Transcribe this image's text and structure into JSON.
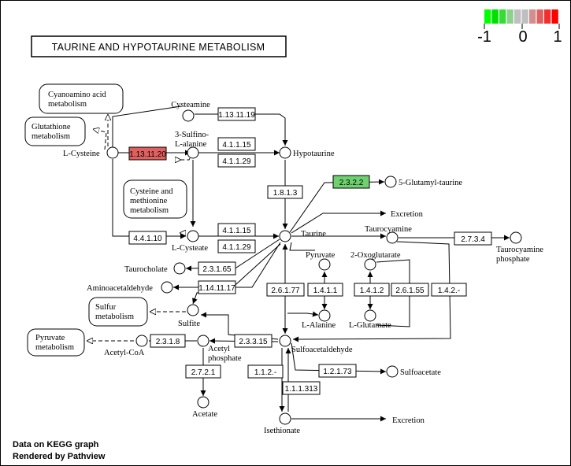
{
  "title": "TAURINE AND HYPOTAURINE METABOLISM",
  "legend": {
    "colors": [
      "#00ff00",
      "#00e000",
      "#33dd33",
      "#8fd08f",
      "#bfbfbf",
      "#bfbfbf",
      "#d09090",
      "#e06060",
      "#f03030",
      "#ff0000"
    ],
    "labels": [
      "-1",
      "0",
      "1"
    ]
  },
  "footer": {
    "line1": "Data on KEGG graph",
    "line2": "Rendered by Pathview"
  },
  "compounds": {
    "cysteamine": "Cysteamine",
    "l_cysteine": "L-Cysteine",
    "sulfinoalanine_1": "3-Sulfino-",
    "sulfinoalanine_2": "L-alanine",
    "hypotaurine": "Hypotaurine",
    "glutamyl_taurine": "5-Glutamyl-taurine",
    "excretion_top": "Excretion",
    "taurine": "Taurine",
    "taurocyamine": "Taurocyamine",
    "taurocyamine_phosphate_1": "Taurocyamine",
    "taurocyamine_phosphate_2": "phosphate",
    "l_cysteate": "L-Cysteate",
    "taurocholate": "Taurocholate",
    "aminoacetaldehyde": "Aminoacetaldehyde",
    "pyruvate": "Pyruvate",
    "oxoglutarate": "2-Oxoglutarate",
    "sulfite": "Sulfite",
    "l_alanine": "L-Alanine",
    "l_glutamate": "L-Glutamate",
    "acetyl_coa": "Acetyl-CoA",
    "acetyl_phosphate_1": "Acetyl",
    "acetyl_phosphate_2": "phosphate",
    "sulfoacetaldehyde": "Sulfoacetaldehyde",
    "sulfoacetate": "Sulfoacetate",
    "acetate": "Acetate",
    "isethionate": "Isethionate",
    "excretion_bottom": "Excretion"
  },
  "maps": {
    "cyanoamino_1": "Cyanoamino acid",
    "cyanoamino_2": "metabolism",
    "glutathione_1": "Glutathione",
    "glutathione_2": "metabolism",
    "cysteine_1": "Cysteine and",
    "cysteine_2": "methionine",
    "cysteine_3": "metabolism",
    "sulfur_1": "Sulfur",
    "sulfur_2": "metabolism",
    "pyruvate_1": "Pyruvate",
    "pyruvate_2": "metabolism"
  },
  "genes": [
    {
      "id": "g1",
      "label": "1.13.11.19",
      "color": "#ffffff"
    },
    {
      "id": "g2",
      "label": "1.13.11.20",
      "color": "#e06060"
    },
    {
      "id": "g3",
      "label": "4.1.1.15",
      "color": "#ffffff"
    },
    {
      "id": "g4",
      "label": "4.1.1.29",
      "color": "#ffffff"
    },
    {
      "id": "g5",
      "label": "1.8.1.3",
      "color": "#ffffff"
    },
    {
      "id": "g6",
      "label": "2.3.2.2",
      "color": "#6fd06f"
    },
    {
      "id": "g7",
      "label": "4.4.1.10",
      "color": "#ffffff"
    },
    {
      "id": "g8",
      "label": "4.1.1.15",
      "color": "#ffffff"
    },
    {
      "id": "g9",
      "label": "4.1.1.29",
      "color": "#ffffff"
    },
    {
      "id": "g10",
      "label": "2.3.1.65",
      "color": "#ffffff"
    },
    {
      "id": "g11",
      "label": "1.14.11.17",
      "color": "#ffffff"
    },
    {
      "id": "g12",
      "label": "2.7.3.4",
      "color": "#ffffff"
    },
    {
      "id": "g13",
      "label": "2.6.1.77",
      "color": "#ffffff"
    },
    {
      "id": "g14",
      "label": "1.4.1.1",
      "color": "#ffffff"
    },
    {
      "id": "g15",
      "label": "1.4.1.2",
      "color": "#ffffff"
    },
    {
      "id": "g16",
      "label": "2.6.1.55",
      "color": "#ffffff"
    },
    {
      "id": "g17",
      "label": "1.4.2.-",
      "color": "#ffffff"
    },
    {
      "id": "g18",
      "label": "2.3.1.8",
      "color": "#ffffff"
    },
    {
      "id": "g19",
      "label": "2.3.3.15",
      "color": "#ffffff"
    },
    {
      "id": "g20",
      "label": "2.7.2.1",
      "color": "#ffffff"
    },
    {
      "id": "g21",
      "label": "1.1.2.-",
      "color": "#ffffff"
    },
    {
      "id": "g22",
      "label": "1.2.1.73",
      "color": "#ffffff"
    },
    {
      "id": "g23",
      "label": "1.1.1.313",
      "color": "#ffffff"
    }
  ]
}
